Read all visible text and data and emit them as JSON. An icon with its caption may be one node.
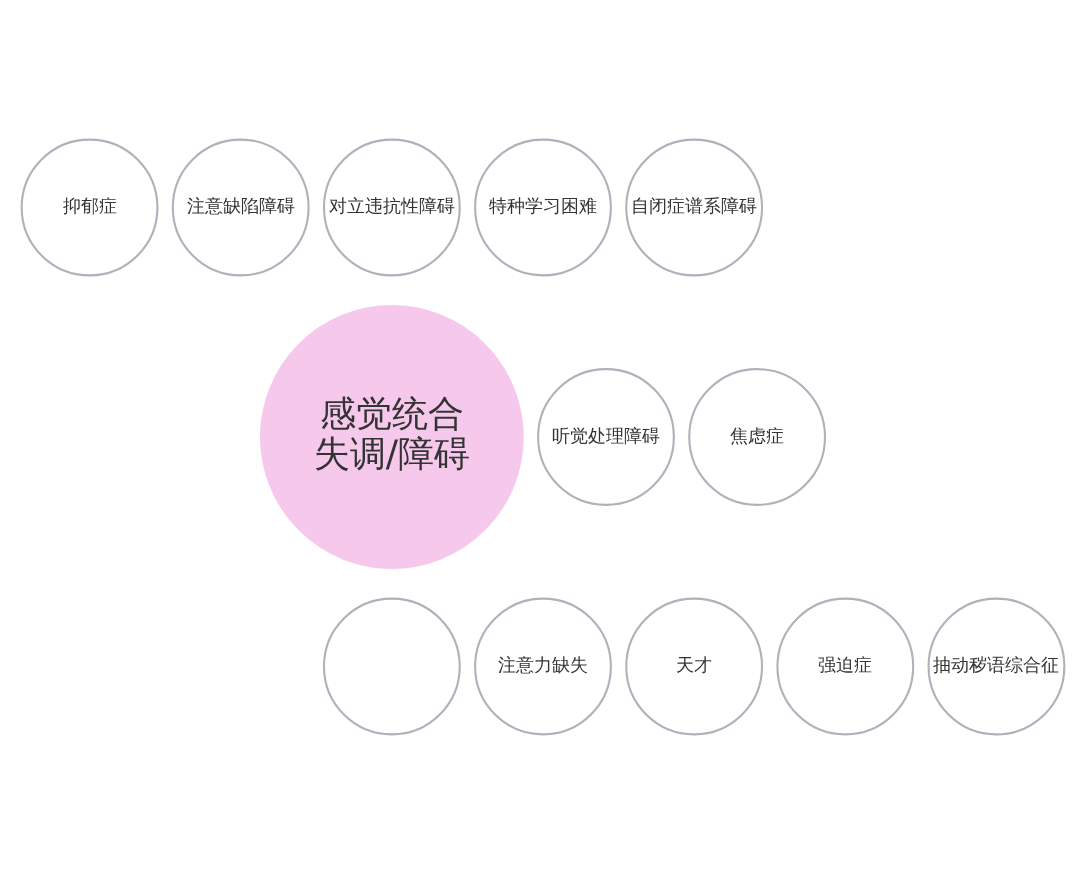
{
  "diagram": {
    "nodes": [
      {
        "text": [
          "感觉统合失调/障碍"
        ]
      },
      {
        "text": [
          "注意缺陷障碍"
        ]
      },
      {
        "text": [
          "对立违抗性障碍"
        ]
      },
      {
        "text": [
          "特种学习困难"
        ]
      },
      {
        "text": [
          "自闭症谱系障碍"
        ]
      },
      {
        "text": [
          "焦虑症"
        ]
      },
      {
        "text": [
          "抽动秽语综合征"
        ]
      },
      {
        "text": [
          "强迫症"
        ]
      },
      {
        "text": [],
        "shape": "circle"
      },
      {
        "text": [
          "天才"
        ]
      },
      {
        "text": [
          "注意力缺失"
        ]
      },
      {
        "text": [
          "听觉处理障碍"
        ]
      },
      {
        "text": [
          "抑郁症"
        ]
      }
    ],
    "edges": []
  }
}
